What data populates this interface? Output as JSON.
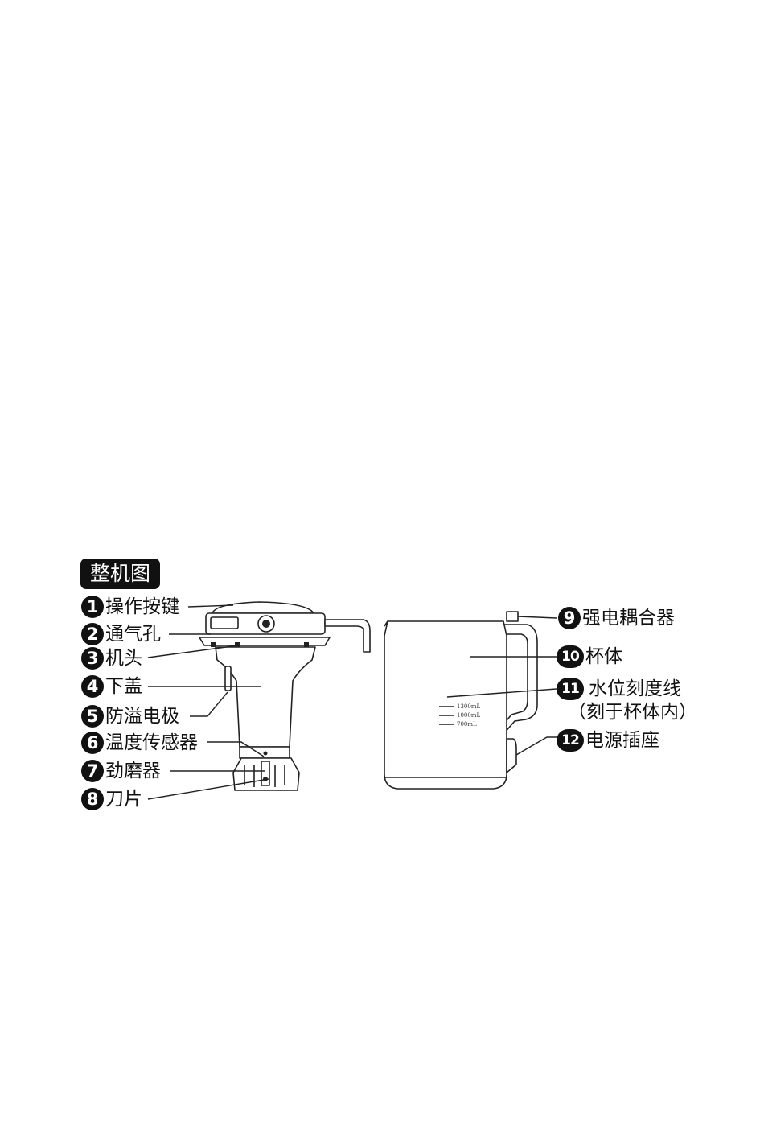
{
  "title": "整机图",
  "labels": [
    {
      "num": "1",
      "text": "操作按键"
    },
    {
      "num": "2",
      "text": "通气孔"
    },
    {
      "num": "3",
      "text": "机头"
    },
    {
      "num": "4",
      "text": "下盖"
    },
    {
      "num": "5",
      "text": "防溢电极"
    },
    {
      "num": "6",
      "text": "温度传感器"
    },
    {
      "num": "7",
      "text": "劲磨器"
    },
    {
      "num": "8",
      "text": "刀片"
    },
    {
      "num": "9",
      "text": "强电耦合器"
    },
    {
      "num": "10",
      "text": "杯体"
    },
    {
      "num": "11",
      "text": "水位刻度线",
      "note": "（刻于杯体内）"
    },
    {
      "num": "12",
      "text": "电源插座"
    }
  ],
  "scale_marks": [
    "1300mL",
    "1000mL",
    "700mL"
  ]
}
